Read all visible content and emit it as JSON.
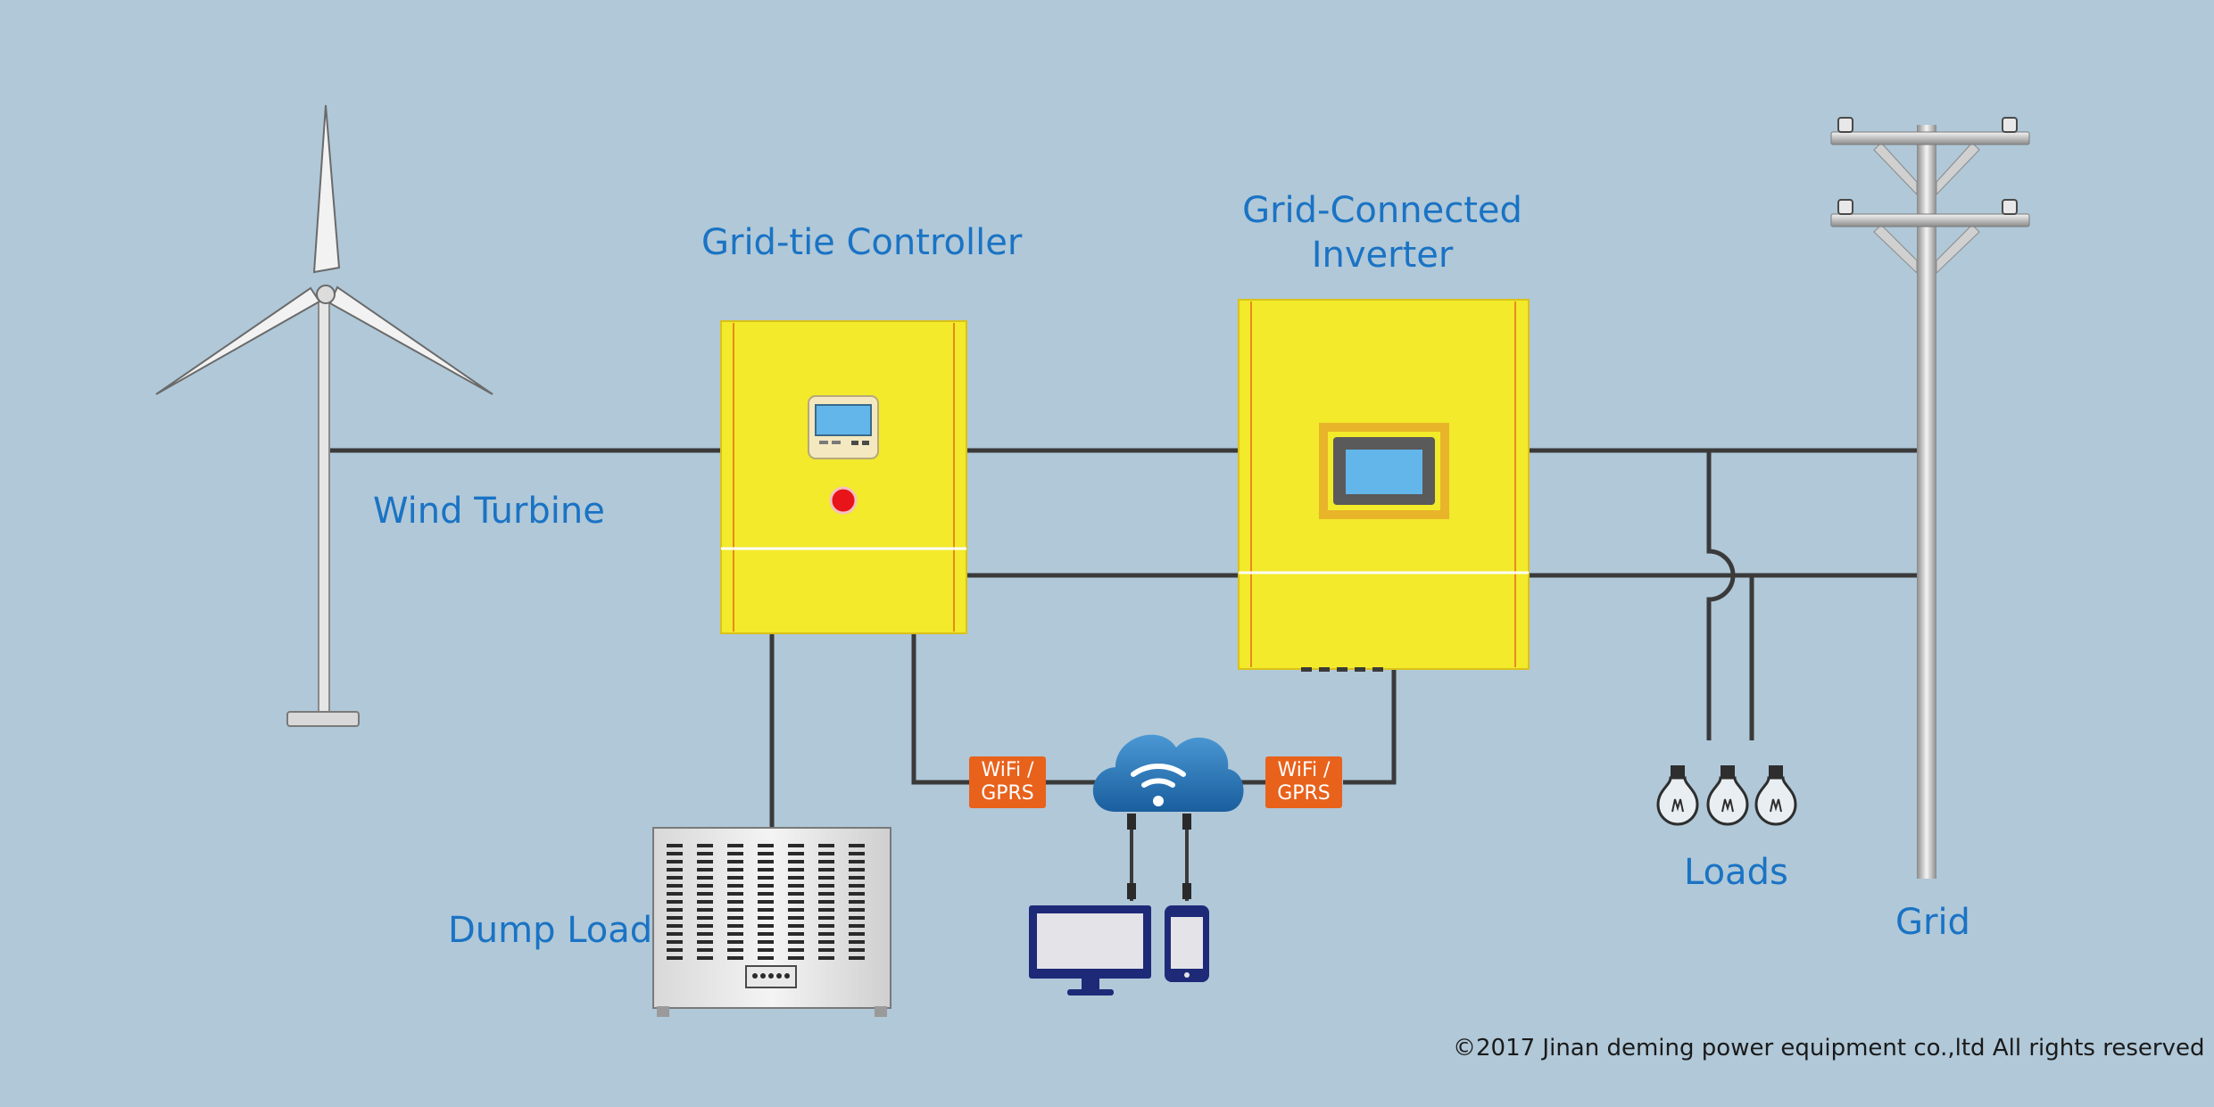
{
  "labels": {
    "wind_turbine": "Wind Turbine",
    "grid_tie_controller": "Grid-tie Controller",
    "grid_connected_inverter_line1": "Grid-Connected",
    "grid_connected_inverter_line2": "Inverter",
    "dump_load": "Dump Load",
    "loads": "Loads",
    "grid": "Grid"
  },
  "wifi_badges": [
    {
      "line1": "WiFi /",
      "line2": "GPRS"
    },
    {
      "line1": "WiFi /",
      "line2": "GPRS"
    }
  ],
  "copyright": "©2017 Jinan deming power equipment co.,ltd All rights reserved",
  "colors": {
    "background": "#b0c8d8",
    "label_blue": "#1a73c4",
    "device_yellow": "#f2ea2a",
    "badge_orange": "#e8621c",
    "wire": "#3a3a3a",
    "cloud_blue": "#2a7cc0",
    "screen_blue": "#62b6ea",
    "device_navy": "#1e2a78"
  }
}
